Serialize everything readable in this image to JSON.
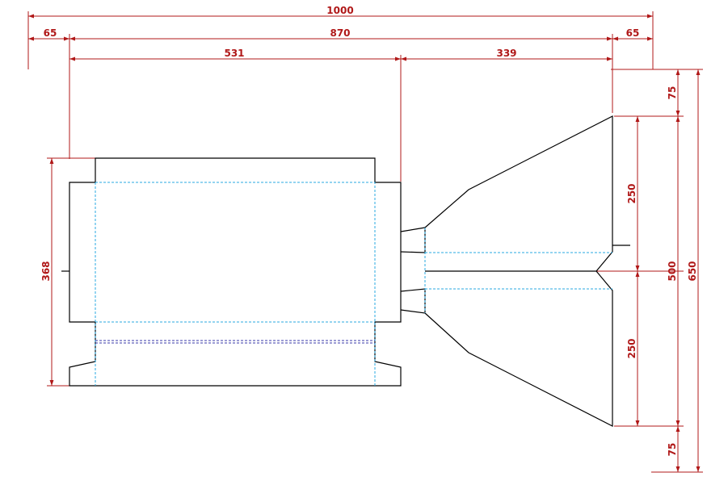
{
  "colors": {
    "outline": "#000000",
    "fold_line": "#29a8e0",
    "perforation_line": "#3a3aa8",
    "dimension": "#b01818",
    "background": "#ffffff"
  },
  "dimensions": {
    "overall_width": "1000",
    "side_margin_left": "65",
    "inner_width": "870",
    "side_margin_right": "65",
    "box_section_width": "531",
    "flare_section_width": "339",
    "box_height": "368",
    "top_margin": "75",
    "upper_flare_height": "250",
    "lower_flare_height": "250",
    "flare_total_height": "500",
    "overall_height": "650",
    "bottom_margin": "75"
  }
}
